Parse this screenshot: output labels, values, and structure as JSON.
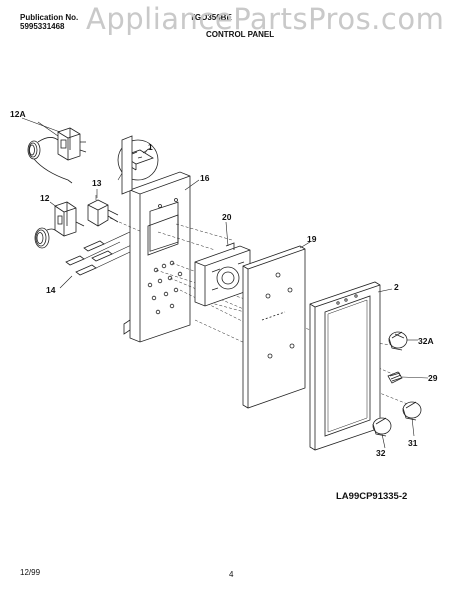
{
  "header": {
    "publication_label": "Publication No.",
    "publication_number": "5995331468",
    "model": "TGO356BE",
    "section_title": "CONTROL PANEL"
  },
  "watermark": "AppliancePartsPros.com",
  "part_labels": {
    "p12a": "12A",
    "p1": "1",
    "p13": "13",
    "p16": "16",
    "p12": "12",
    "p20": "20",
    "p19": "19",
    "p14": "14",
    "p2": "2",
    "p32a": "32A",
    "p29": "29",
    "p32": "32",
    "p31": "31"
  },
  "diagram_code": "LA99CP91335-2",
  "footer": {
    "date": "12/99",
    "page": "4"
  }
}
